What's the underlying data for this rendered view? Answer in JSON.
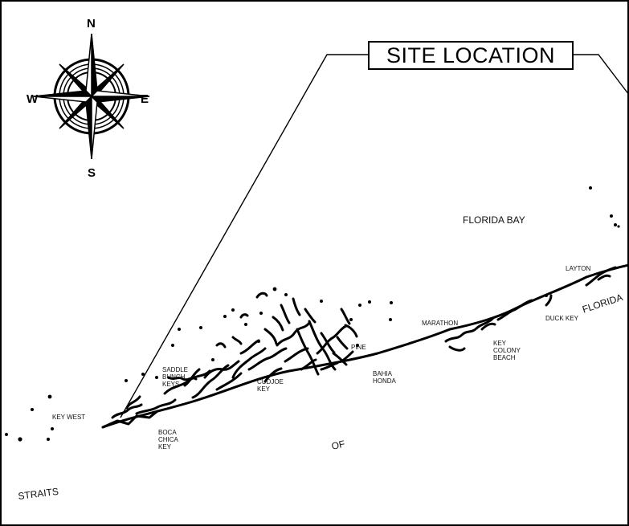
{
  "title": "SITE LOCATION",
  "compass": {
    "north": "N",
    "south": "S",
    "east": "E",
    "west": "W"
  },
  "labels": {
    "florida_bay": "FLORIDA BAY",
    "layton": "LAYTON",
    "duck_key": "DUCK KEY",
    "florida_partial": "FLORIDA",
    "marathon": "MARATHON",
    "key_colony_beach": "KEY\nCOLONY\nBEACH",
    "pine": "PINE",
    "bahia_honda": "BAHIA\nHONDA",
    "saddle_bunch_keys": "SADDLE\nBUNCH\nKEYS",
    "cudjoe_key": "CUDJOE\nKEY",
    "key_west": "KEY WEST",
    "boca_chica_key": "BOCA\nCHICA\nKEY",
    "of": "OF",
    "straits": "STRAITS"
  },
  "colors": {
    "ink": "#000000",
    "paper": "#ffffff"
  }
}
